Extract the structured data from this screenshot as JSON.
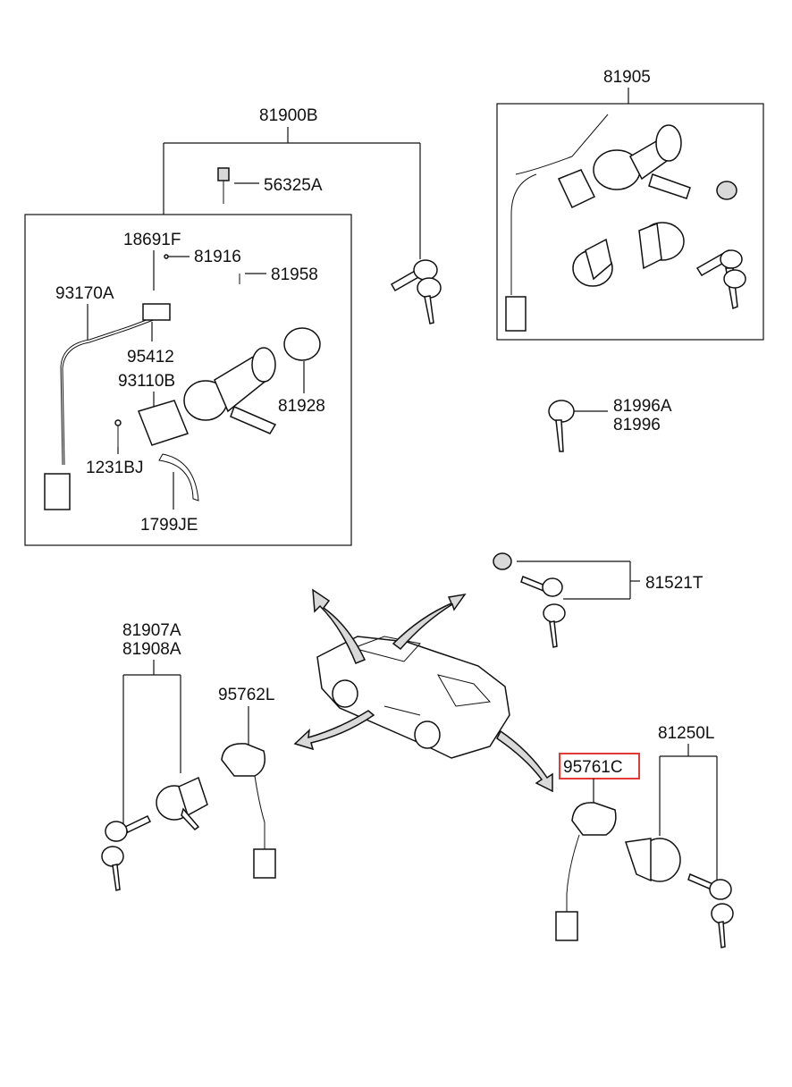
{
  "labels": {
    "l_81905": "81905",
    "l_81900B": "81900B",
    "l_56325A": "56325A",
    "l_18691F": "18691F",
    "l_81916": "81916",
    "l_81958": "81958",
    "l_93170A": "93170A",
    "l_95412": "95412",
    "l_93110B": "93110B",
    "l_81928": "81928",
    "l_1231BJ": "1231BJ",
    "l_1799JE": "1799JE",
    "l_81996A": "81996A",
    "l_81996": "81996",
    "l_81521T": "81521T",
    "l_81907A": "81907A",
    "l_81908A": "81908A",
    "l_95762L": "95762L",
    "l_81250L": "81250L",
    "l_95761C": "95761C"
  },
  "highlight": {
    "part": "95761C",
    "color": "#e53935"
  }
}
